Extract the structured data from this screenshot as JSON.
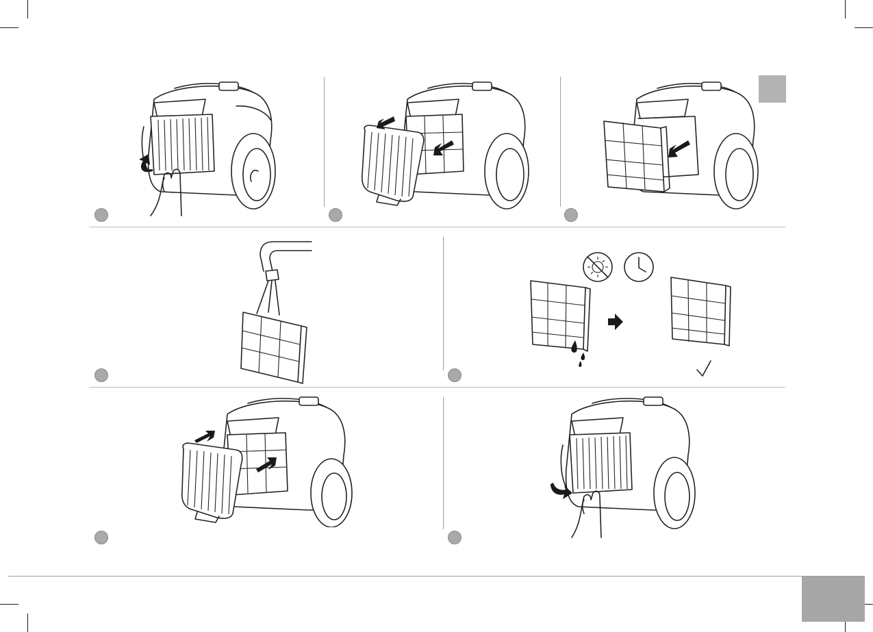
{
  "document": {
    "type": "instruction-illustration-page",
    "steps": [
      {
        "id": 1,
        "illustration": "open-filter-grille",
        "icon": "curved-arrow-up"
      },
      {
        "id": 2,
        "illustration": "remove-grille-and-filter",
        "icon": "double-arrow-out"
      },
      {
        "id": 3,
        "illustration": "pull-out-hepa-filter",
        "icon": "arrow-out"
      },
      {
        "id": 4,
        "illustration": "rinse-filter-under-tap",
        "icon": "faucet"
      },
      {
        "id": 5,
        "illustration": "dry-filter-no-sun",
        "icons": [
          "no-sun-icon",
          "clock-icon",
          "arrow-right-icon",
          "check-icon"
        ]
      },
      {
        "id": 6,
        "illustration": "reinsert-filter-and-grille",
        "icon": "double-arrow-in"
      },
      {
        "id": 7,
        "illustration": "close-filter-grille",
        "icon": "curved-arrow-down"
      }
    ]
  },
  "colors": {
    "badge": "#a9a9a9",
    "tab": "#b3b3b3",
    "line": "#222222",
    "divider": "#bdbdbd"
  }
}
